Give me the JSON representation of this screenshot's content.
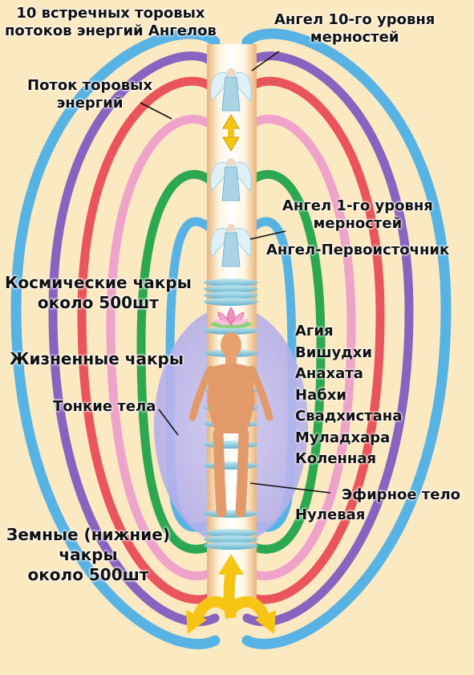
{
  "labels": {
    "toroidal_flows_10": [
      "10 встречных торовых",
      "потоков энергий Ангелов"
    ],
    "angel_level_10": [
      "Ангел 10-го уровня",
      "мерностей"
    ],
    "toroidal_stream": [
      "Поток торовых",
      "энергий"
    ],
    "angel_level_1": [
      "Ангел 1-го уровня",
      "мерностей"
    ],
    "angel_source": "Ангел-Первоисточник",
    "cosmic_chakras": [
      "Космические чакры",
      "около 500шт"
    ],
    "life_chakras": "Жизненные чакры",
    "subtle_bodies": "Тонкие тела",
    "etheric_body": "Эфирное тело",
    "zero_chakra": "Нулевая",
    "earth_chakras": [
      "Земные (нижние)",
      "чакры",
      "около 500шт"
    ]
  },
  "chakra_list": [
    "Агия",
    "Вишудхи",
    "Анахата",
    "Набхи",
    "Свадхистана",
    "Муладхара",
    "Коленная"
  ],
  "colors": {
    "background": "#fbe9c2",
    "flow_colors": [
      "#4aaee8",
      "#7f57c0",
      "#e84855",
      "#ee9ccb",
      "#1aa24a"
    ],
    "aura": "#b7b2ec",
    "arrows": "#f6c514",
    "chakra_disk": "#72c4dc"
  },
  "icons": [
    "angel-figure-icon",
    "lotus-icon",
    "double-arrow-icon",
    "human-figure-icon"
  ]
}
